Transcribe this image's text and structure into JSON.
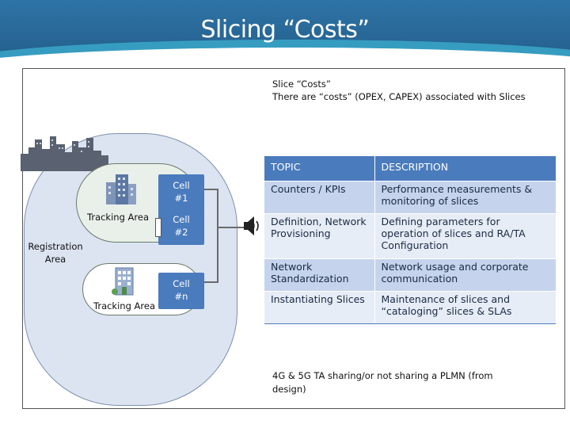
{
  "header": {
    "title": "Slicing “Costs”"
  },
  "intro": {
    "line1": "Slice “Costs”",
    "line2": "There are “costs” (OPEX, CAPEX) associated with Slices"
  },
  "diagram": {
    "registration_area_line1": "Registration",
    "registration_area_line2": "Area",
    "tracking_area_upper": "Tracking Area",
    "tracking_area_lower": "Tracking Area",
    "cells": [
      {
        "line1": "Cell",
        "line2": "#1"
      },
      {
        "line1": "Cell",
        "line2": "#2"
      },
      {
        "line1": "Cell",
        "line2": "#n"
      }
    ],
    "icons": [
      "city-skyline-icon",
      "office-building-icon",
      "office-building-icon",
      "speaker-icon"
    ]
  },
  "table": {
    "headers": [
      "TOPIC",
      "DESCRIPTION"
    ],
    "rows": [
      {
        "topic": "Counters / KPIs",
        "description": "Performance measurements & monitoring of slices"
      },
      {
        "topic": "Definition, Network Provisioning",
        "description": "Defining parameters for operation of slices and RA/TA Configuration"
      },
      {
        "topic": "Network Standardization",
        "description": "Network usage and corporate communication"
      },
      {
        "topic": "Instantiating Slices",
        "description": "Maintenance of slices and “cataloging” slices & SLAs"
      }
    ]
  },
  "footnote": "4G & 5G TA sharing/or not sharing a PLMN (from design)",
  "colors": {
    "header_blue": "#2e74a6",
    "header_accent": "#3aa7c9",
    "cell_blue": "#4a7bbd",
    "row_dark": "#c5d4ec",
    "row_light": "#e7edf7",
    "region_fill": "#dbe4f0"
  }
}
